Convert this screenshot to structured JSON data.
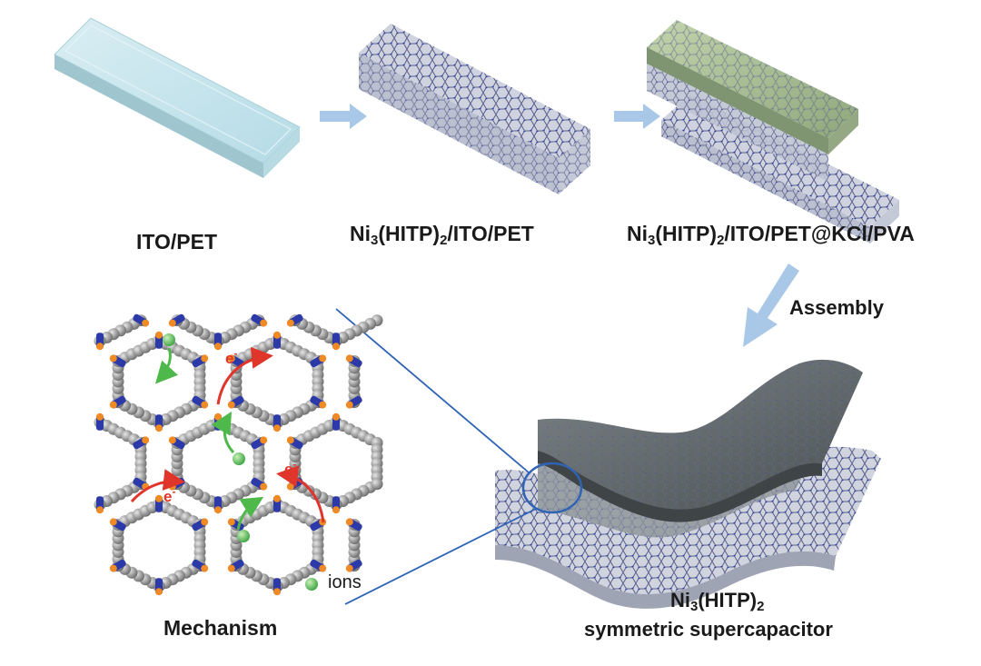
{
  "labels": {
    "ito_pet": "ITO/PET",
    "ni_prefix": "Ni",
    "ni_sub3": "3",
    "ni_mid": "(HITP)",
    "ni_sub2": "2",
    "ni_suffix_1": "/ITO/PET",
    "ni_suffix_2": "/ITO/PET@KCl/PVA",
    "assembly": "Assembly",
    "ions": "ions",
    "mechanism": "Mechanism",
    "device_line2": "symmetric supercapacitor",
    "electron": "e",
    "electron_sup": "-"
  },
  "colors": {
    "arrow": "#a9c8e8",
    "line": "#2f63b5",
    "electron_arrow": "#e0352b",
    "ion_arrow": "#4fb84a",
    "glass": "#bfe3ec",
    "gel": "#9fb88c",
    "mof_gray": "#8a8a8a",
    "mof_blue": "#2b3aa8",
    "mof_orange": "#f08a24"
  }
}
